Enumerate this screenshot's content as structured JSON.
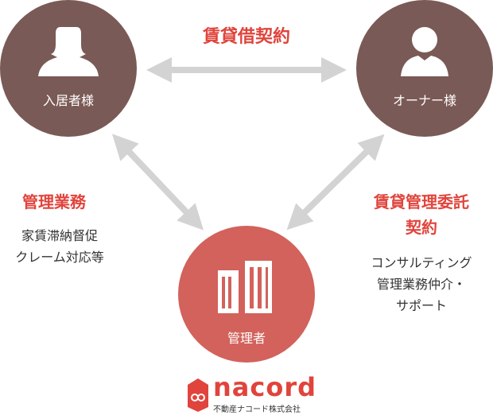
{
  "title": "賃貸借契約",
  "tenant": {
    "label": "入居者様"
  },
  "owner": {
    "label": "オーナー様"
  },
  "manager": {
    "label": "管理者"
  },
  "left_heading": "管理業務",
  "left_lines": [
    "家賃滞納督促",
    "クレーム対応等"
  ],
  "right_heading": [
    "賃貸管理委託",
    "契約"
  ],
  "right_lines": [
    "コンサルティング",
    "管理業務仲介・",
    "サポート"
  ],
  "logo": {
    "name": "nacord",
    "sub": "不動産ナコード株式会社"
  },
  "colors": {
    "brown": "#7a5a56",
    "red": "#d2625b",
    "accent": "#e0443c",
    "arrow": "#d3d3d3"
  }
}
